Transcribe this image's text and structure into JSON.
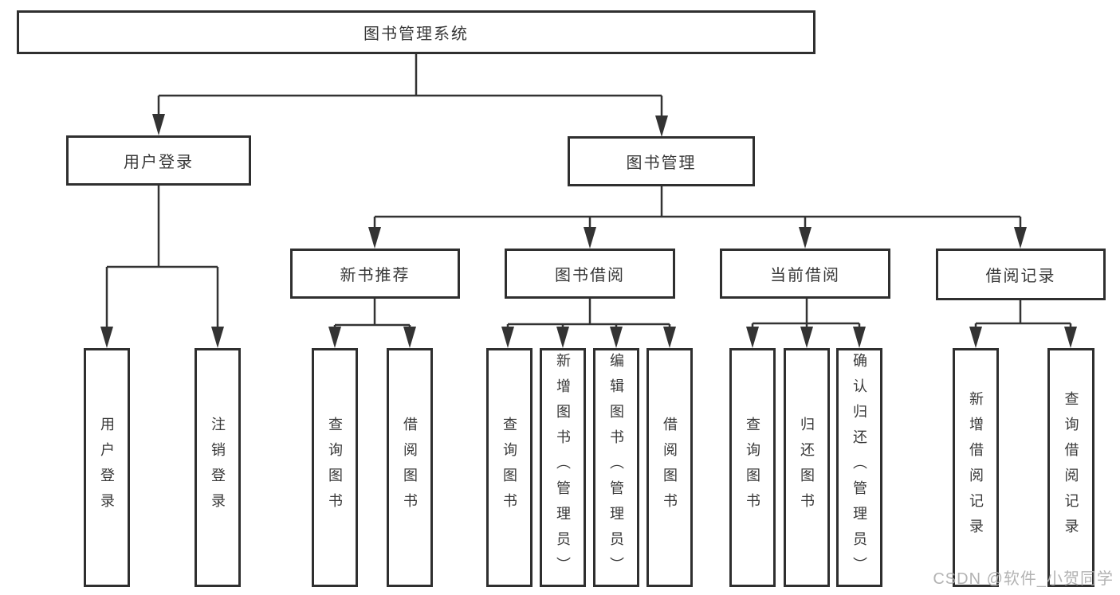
{
  "root": {
    "label": "图书管理系统"
  },
  "login": {
    "label": "用户登录",
    "children": [
      {
        "label": "用户登录"
      },
      {
        "label": "注销登录"
      }
    ]
  },
  "manage": {
    "label": "图书管理",
    "groups": [
      {
        "label": "新书推荐",
        "children": [
          {
            "label": "查询图书"
          },
          {
            "label": "借阅图书"
          }
        ]
      },
      {
        "label": "图书借阅",
        "children": [
          {
            "label": "查询图书"
          },
          {
            "label": "新增图书（管理员）"
          },
          {
            "label": "编辑图书（管理员）"
          },
          {
            "label": "借阅图书"
          }
        ]
      },
      {
        "label": "当前借阅",
        "children": [
          {
            "label": "查询图书"
          },
          {
            "label": "归还图书"
          },
          {
            "label": "确认归还（管理员）"
          }
        ]
      },
      {
        "label": "借阅记录",
        "children": [
          {
            "label": "新增借阅记录"
          },
          {
            "label": "查询借阅记录"
          }
        ]
      }
    ]
  },
  "watermark": "CSDN @软件_小贺同学",
  "colors": {
    "line": "#333333",
    "border": "#2f2f2f",
    "text": "#383838",
    "watermark": "#acacac",
    "background": "#ffffff"
  }
}
